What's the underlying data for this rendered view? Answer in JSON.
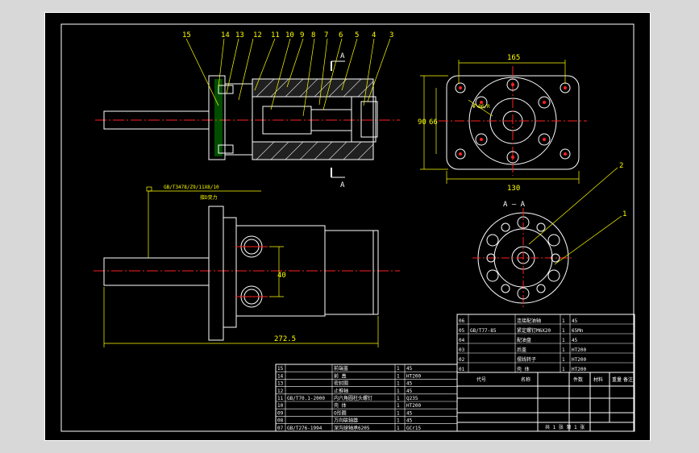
{
  "callouts": {
    "c15": "15",
    "c14": "14",
    "c13": "13",
    "c12": "12",
    "c11": "11",
    "c10": "10",
    "c9": "9",
    "c8": "8",
    "c7": "7",
    "c6": "6",
    "c5": "5",
    "c4": "4",
    "c3": "3",
    "section_a_top": "A",
    "section_a_bottom": "A",
    "side_1": "1",
    "side_2": "2"
  },
  "section_title": "A — A",
  "dims": {
    "front_width": "165",
    "front_h1": "90",
    "front_h2": "66",
    "front_bottom": "130",
    "front_circle": "Φ 96/R",
    "side_length": "272.5",
    "side_ports": "40"
  },
  "shaft_note": {
    "spec": "GB/T3478/Z9/11X8/10",
    "text": "接D变力"
  },
  "parts_right": [
    {
      "no": "06",
      "std": "",
      "name": "连接配油轴",
      "qty": "1",
      "mat": "45"
    },
    {
      "no": "05",
      "std": "GB/T77-85",
      "name": "紧定螺钉M6X20",
      "qty": "1",
      "mat": "65Mn"
    },
    {
      "no": "04",
      "std": "",
      "name": "配油盘",
      "qty": "1",
      "mat": "45"
    },
    {
      "no": "03",
      "std": "",
      "name": "后盖",
      "qty": "1",
      "mat": "HT200"
    },
    {
      "no": "02",
      "std": "",
      "name": "摆线转子",
      "qty": "1",
      "mat": "HT200"
    },
    {
      "no": "01",
      "std": "",
      "name": "壳 体",
      "qty": "1",
      "mat": "HT200"
    }
  ],
  "parts_left": [
    {
      "no": "15",
      "std": "",
      "name": "前端盖",
      "qty": "1",
      "mat": "45"
    },
    {
      "no": "14",
      "std": "",
      "name": "前 盖",
      "qty": "1",
      "mat": "HT200"
    },
    {
      "no": "13",
      "std": "",
      "name": "密封圈",
      "qty": "1",
      "mat": "45"
    },
    {
      "no": "12",
      "std": "",
      "name": "止推轴",
      "qty": "1",
      "mat": "45"
    },
    {
      "no": "11",
      "std": "GB/T70.1-2000",
      "name": "内六角圆柱头螺钉",
      "qty": "1",
      "mat": "Q235"
    },
    {
      "no": "10",
      "std": "",
      "name": "壳 体",
      "qty": "1",
      "mat": "HT200"
    },
    {
      "no": "09",
      "std": "",
      "name": "O形圈",
      "qty": "1",
      "mat": "45"
    },
    {
      "no": "08",
      "std": "",
      "name": "万向联轴器",
      "qty": "1",
      "mat": "45"
    },
    {
      "no": "07",
      "std": "GB/T276-1994",
      "name": "深沟球轴承6205",
      "qty": "1",
      "mat": "GCr15"
    }
  ],
  "title_block": {
    "col_code": "代号",
    "col_name": "名称",
    "col_qty": "件数",
    "col_mat": "材料",
    "col_weight": "重量",
    "col_note": "备注",
    "sheet": "共 1 张 第 1 张"
  }
}
